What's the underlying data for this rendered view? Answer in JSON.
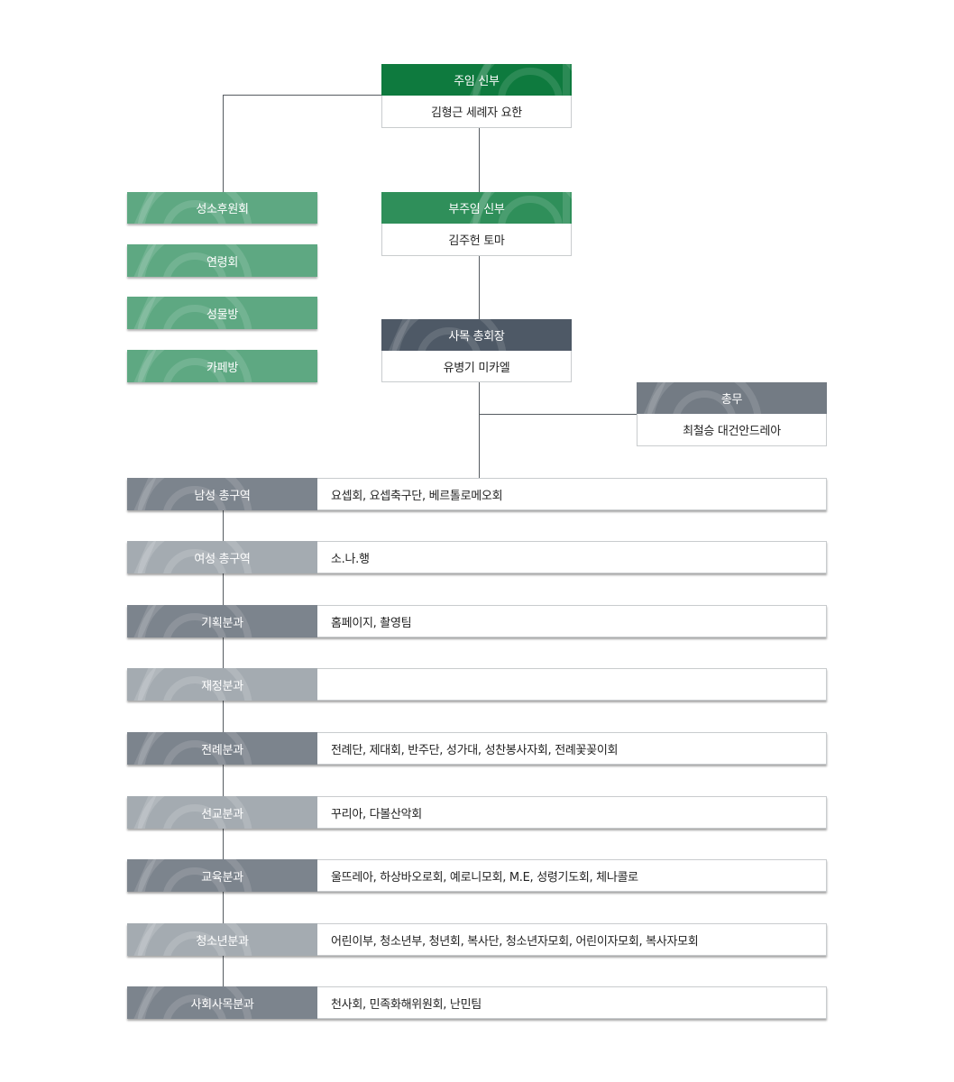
{
  "pastor": {
    "title": "주임 신부",
    "name": "김형근 세례자 요한"
  },
  "assistant_pastor": {
    "title": "부주임 신부",
    "name": "김주헌 토마"
  },
  "council_president": {
    "title": "사목 총회장",
    "name": "유병기 미카엘"
  },
  "general_affairs": {
    "title": "총무",
    "name": "최철승 대건안드레아"
  },
  "left_groups": [
    "성소후원회",
    "연령회",
    "성물방",
    "카페방"
  ],
  "divisions": [
    {
      "label": "남성 총구역",
      "members": "요셉회, 요셉축구단, 베르톨로메오회"
    },
    {
      "label": "여성 총구역",
      "members": "소.나.행"
    },
    {
      "label": "기획분과",
      "members": "홈페이지, 촬영팀"
    },
    {
      "label": "재정분과",
      "members": ""
    },
    {
      "label": "전례분과",
      "members": "전례단, 제대회, 반주단, 성가대, 성찬봉사자회, 전례꽃꽂이회"
    },
    {
      "label": "선교분과",
      "members": "꾸리아, 다볼산악회"
    },
    {
      "label": "교육분과",
      "members": "울뜨레아, 하상바오로회, 예로니모회, M.E, 성령기도회, 체나콜로"
    },
    {
      "label": "청소년분과",
      "members": "어린이부, 청소년부, 청년회, 복사단, 청소년자모회, 어린이자모회, 복사자모회"
    },
    {
      "label": "사회사목분과",
      "members": "천사회, 민족화해위원회, 난민팀"
    }
  ],
  "colors": {
    "pastor_header": "#0e7a3e",
    "assistant_header": "#2f8f5a",
    "left_group": "#5ea882",
    "council_header": "#4e5966",
    "general_header": "#737b84",
    "division_dark": "#7c848d",
    "division_light": "#a4abb1",
    "connector": "#555b60"
  },
  "icons": {
    "header_pattern": "decorative-arc-pattern-icon"
  }
}
